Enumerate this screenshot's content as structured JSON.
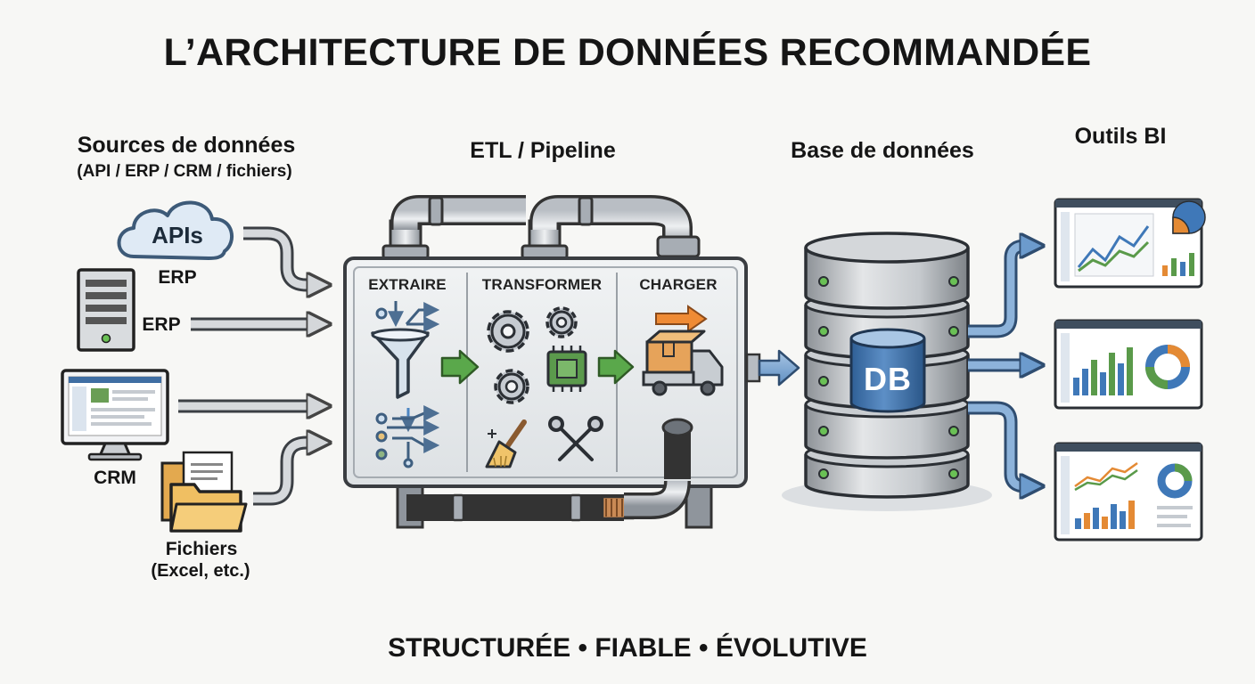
{
  "title": "L’ARCHITECTURE DE DONNÉES RECOMMANDÉE",
  "tagline": "STRUCTURÉE • FIABLE • ÉVOLUTIVE",
  "sections": {
    "sources": {
      "title": "Sources de données",
      "subtitle": "(API / ERP / CRM / fichiers)"
    },
    "etl": {
      "title": "ETL / Pipeline"
    },
    "database": {
      "title": "Base de données"
    },
    "bi": {
      "title": "Outils BI"
    }
  },
  "sources": {
    "apis": {
      "cloud_text": "APIs",
      "caption": "ERP"
    },
    "erp": {
      "label": "ERP"
    },
    "crm": {
      "label": "CRM"
    },
    "files": {
      "label": "Fichiers",
      "sublabel": "(Excel, etc.)"
    }
  },
  "etl_stages": {
    "extract": "EXTRAIRE",
    "transform": "TRANSFORMER",
    "load": "CHARGER"
  },
  "database": {
    "badge": "DB"
  },
  "colors": {
    "arrow_green": "#5aa84b",
    "arrow_orange": "#ef8b35",
    "db_blue": "#3c6ea5",
    "chart_blue": "#3f78b8",
    "chart_green": "#5a9a4a",
    "chart_orange": "#e48a34",
    "folder_yellow": "#e6b35a"
  },
  "icons": [
    "cloud-icon",
    "server-icon",
    "monitor-icon",
    "folder-icon",
    "funnel-icon",
    "split-arrows-icon",
    "gear-icon",
    "chip-icon",
    "broom-icon",
    "wrench-icon",
    "box-icon",
    "truck-icon",
    "database-icon",
    "dashboard-icon"
  ]
}
